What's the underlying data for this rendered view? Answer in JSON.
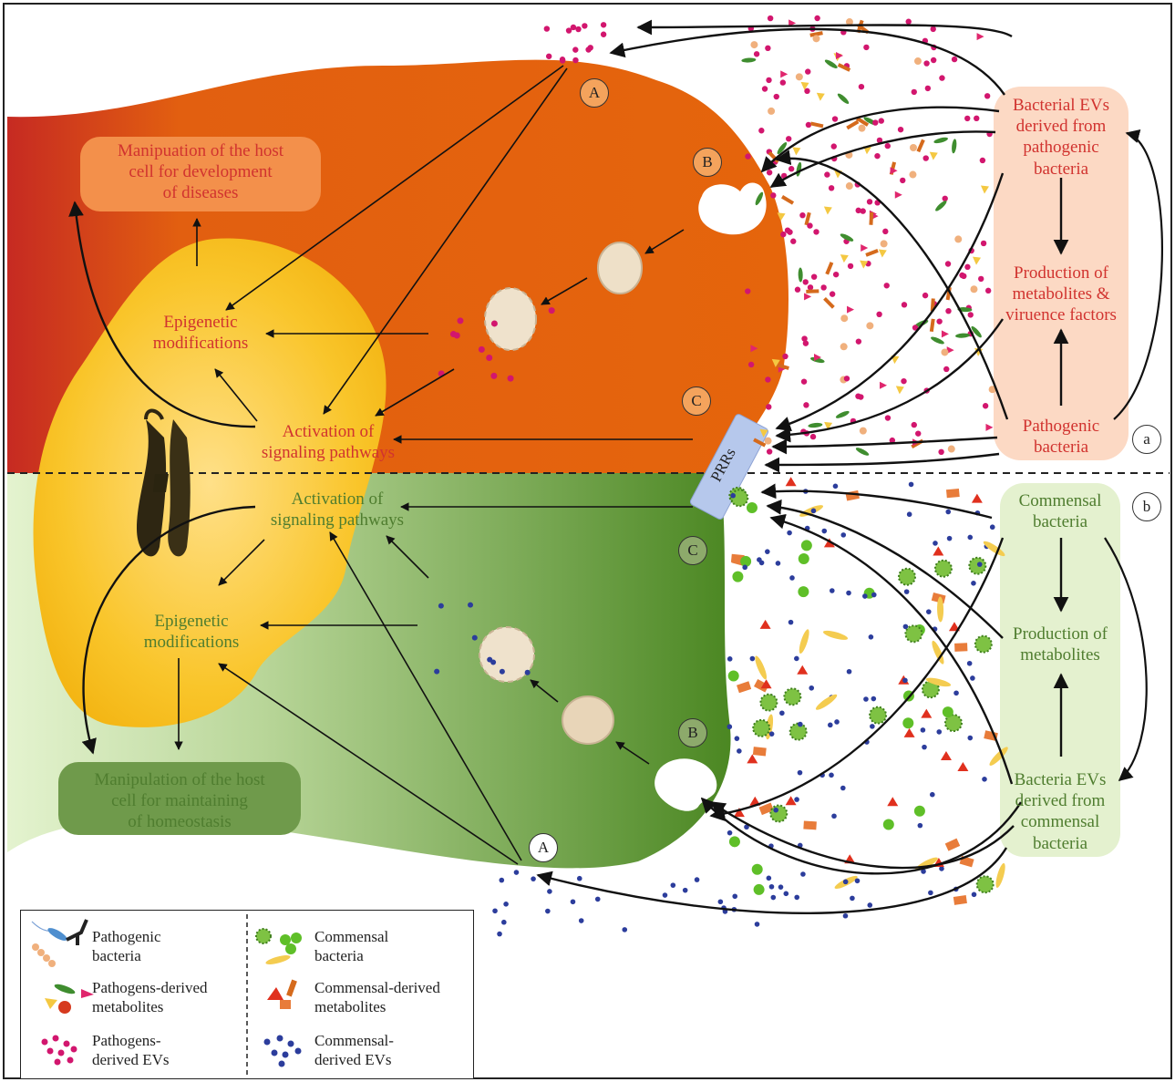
{
  "pathogenic_panel": {
    "label_bacterial_evs": "Bacterial EVs\nderived from\npathogenic\nbacteria",
    "label_production": "Production of\nmetabolites &\nviruence factors",
    "label_pathogenic_bacteria": "Pathogenic\nbacteria",
    "panel_id": "a"
  },
  "commensal_panel": {
    "label_commensal_bacteria": "Commensal\nbacteria",
    "label_production": "Production of\nmetabolites",
    "label_bacteria_evs": "Bacteria EVs\nderived from\ncommensal\nbacteria",
    "panel_id": "b"
  },
  "host_top": {
    "manipulation_box": "Manipuation of the host\ncell for development\nof diseases",
    "epigenetic": "Epigenetic\nmodifications",
    "activation": "Activation of\nsignaling pathways"
  },
  "host_bottom": {
    "activation": "Activation of\nsignaling pathways",
    "epigenetic": "Epigenetic\nmodifications",
    "manipulation_box": "Manipulation of the host\ncell for maintaining\nof homeostasis"
  },
  "receptor_label": "PRRs",
  "route_badges": {
    "top_a": "A",
    "top_b": "B",
    "top_c": "C",
    "bottom_a": "A",
    "bottom_b": "B",
    "bottom_c": "C"
  },
  "legend": {
    "pathogenic_bacteria": "Pathogenic\nbacteria",
    "pathogen_metabolites": "Pathogens-derived\nmetabolites",
    "pathogen_evs": "Pathogens-\nderived EVs",
    "commensal_bacteria": "Commensal\nbacteria",
    "commensal_metabolites": "Commensal-derived\nmetabolites",
    "commensal_evs": "Commensal-\nderived EVs"
  },
  "colors": {
    "pathogen_red": "#d1332f",
    "commensal_green": "#4f7d2f",
    "cell_orange": "#e5650c",
    "cell_green": "#4e8a25",
    "nucleus_yellow": "#f7bd10",
    "prr_blue": "#b6c8ec",
    "pathogenic_box": "#fcd9c4",
    "commensal_box": "#e4f1cf",
    "ev_magenta": "#d2166e",
    "ev_blue": "#2c3d9c"
  }
}
